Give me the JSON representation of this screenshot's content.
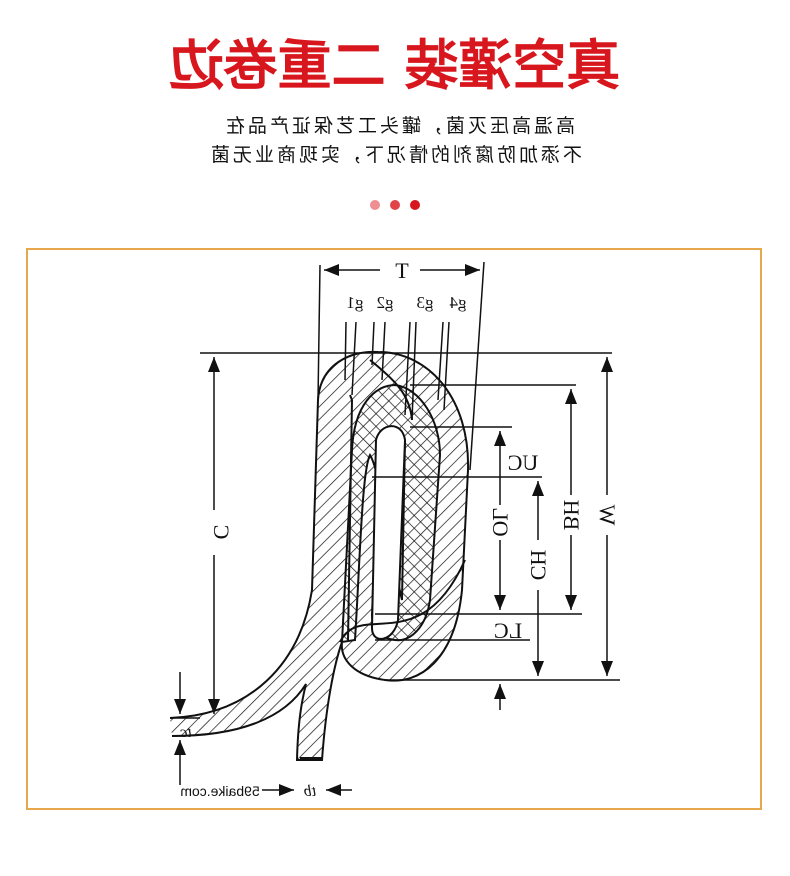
{
  "header": {
    "title": "真空灌装 二重卷边",
    "subtitle_lines": [
      "高温高压灭菌，罐头工艺保证产品在",
      "不添加防腐剂的情况下，实现商业无菌"
    ]
  },
  "colors": {
    "title": "#d7161d",
    "dot1": "#ee8f92",
    "dot2": "#e24348",
    "dot3": "#d7161d",
    "frame": "#e7a84c"
  },
  "diagram": {
    "labels": {
      "T": "T",
      "g1": "g1",
      "g2": "g2",
      "g3": "g3",
      "g4": "g4",
      "C": "C",
      "W": "W",
      "BH": "BH",
      "CH": "CH",
      "OL": "OL",
      "UC": "UC",
      "LC": "LC",
      "tc": "tc",
      "tb": "tb"
    },
    "watermark": "59baike.com"
  }
}
